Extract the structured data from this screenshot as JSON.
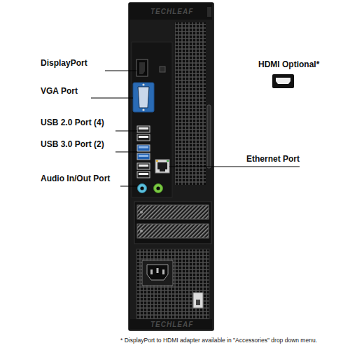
{
  "diagram": {
    "labels": [
      "TECHLEAF",
      "DisplayPort",
      "HDMI Optional*",
      "VGA Port",
      "USB 2.0 Port (4)",
      "USB 3.0 Port (2)",
      "Ethernet Port",
      "Audio In/Out Port",
      "TECHLEAF",
      "* DisplayPort to HDMI adapter available in \"Accessories\" drop down menu."
    ]
  }
}
